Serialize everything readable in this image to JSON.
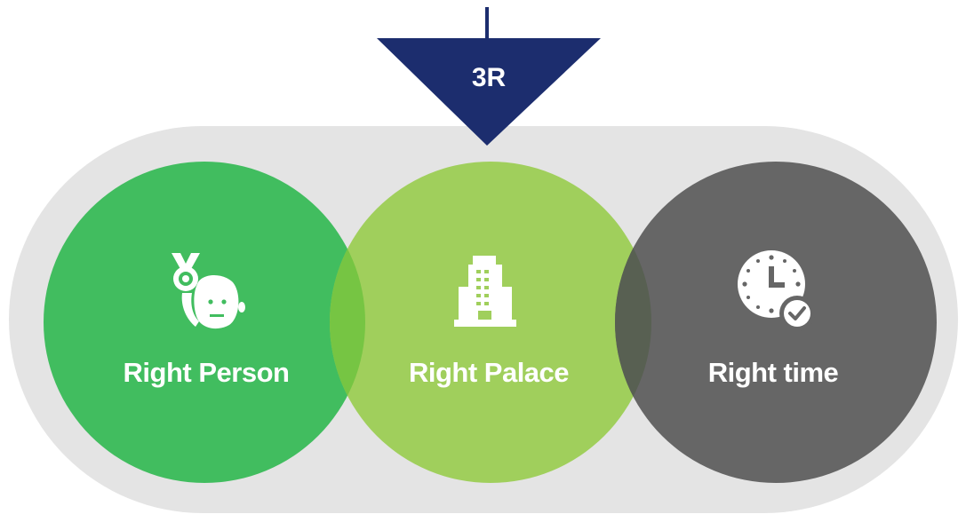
{
  "header": {
    "label": "3R",
    "color": "#1c2d6e"
  },
  "band": {
    "color": "#e4e4e4"
  },
  "circles": [
    {
      "label": "Right Person",
      "color": "#41bd5f",
      "icon": "doctor-face-icon"
    },
    {
      "label": "Right Palace",
      "color": "#a0cf5c",
      "icon": "building-icon"
    },
    {
      "label": "Right time",
      "color": "#666666",
      "icon": "clock-check-icon"
    }
  ],
  "overlap_colors": {
    "person_place": "#76c543",
    "place_time": "#586052"
  }
}
